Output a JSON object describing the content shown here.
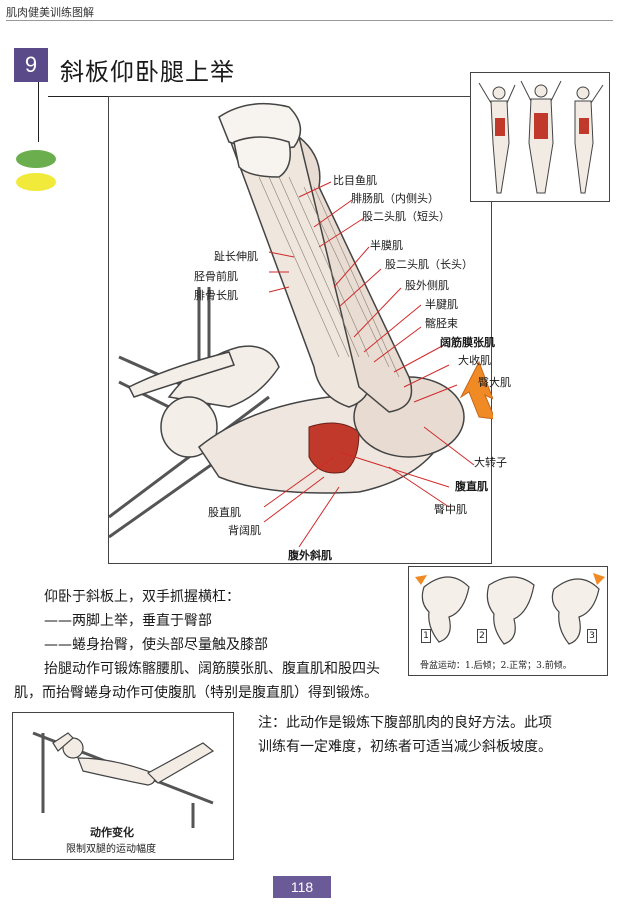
{
  "header": {
    "book_title": "肌肉健美训练图解"
  },
  "exercise": {
    "number": "9",
    "title": "斜板仰卧腿上举"
  },
  "labels": {
    "bimuyu": "比目鱼肌",
    "feichang": "腓肠肌（内侧头）",
    "guertou_short": "股二头肌（短头）",
    "zhichang": "趾长伸肌",
    "bangumo": "半膜肌",
    "jinggu": "胫骨前肌",
    "guertou_long": "股二头肌（长头）",
    "feigu": "腓骨长肌",
    "guwaice": "股外侧肌",
    "banjian": "半腱肌",
    "qiajing": "髂胫束",
    "kuojin": "阔筋膜张肌",
    "dashou": "大收肌",
    "tundaji": "臀大肌",
    "dazhuanzi": "大转子",
    "fuzhi": "腹直肌",
    "tunzhong": "臀中肌",
    "guzhi": "股直肌",
    "beikuo": "背阔肌",
    "fuwaixie": "腹外斜肌"
  },
  "instructions": {
    "line1": "仰卧于斜板上，双手抓握横杠：",
    "line2": "——两脚上举，垂直于臀部",
    "line3": "——蜷身抬臀，使头部尽量触及膝部",
    "line4": "抬腿动作可锻炼髂腰肌、阔筋膜张肌、腹直肌和股四头",
    "line5": "肌，而抬臀蜷身动作可使腹肌（特别是腹直肌）得到锻炼。"
  },
  "pelvis": {
    "n1": "1",
    "n2": "2",
    "n3": "3",
    "caption": "骨盆运动：1.后倾；2.正常；3.前倾。"
  },
  "variant": {
    "title": "动作变化",
    "subtitle": "限制双腿的运动幅度"
  },
  "note": {
    "line1": "注：此动作是锻炼下腹部肌肉的良好方法。此项",
    "line2": "训练有一定难度，初练者可适当减少斜板坡度。"
  },
  "page_number": "118",
  "colors": {
    "accent": "#5b4a8a",
    "green_dot": "#6bae4e",
    "yellow_dot": "#f2ea3a",
    "muscle_red": "#c0392b",
    "arrow_orange": "#f08a24"
  }
}
